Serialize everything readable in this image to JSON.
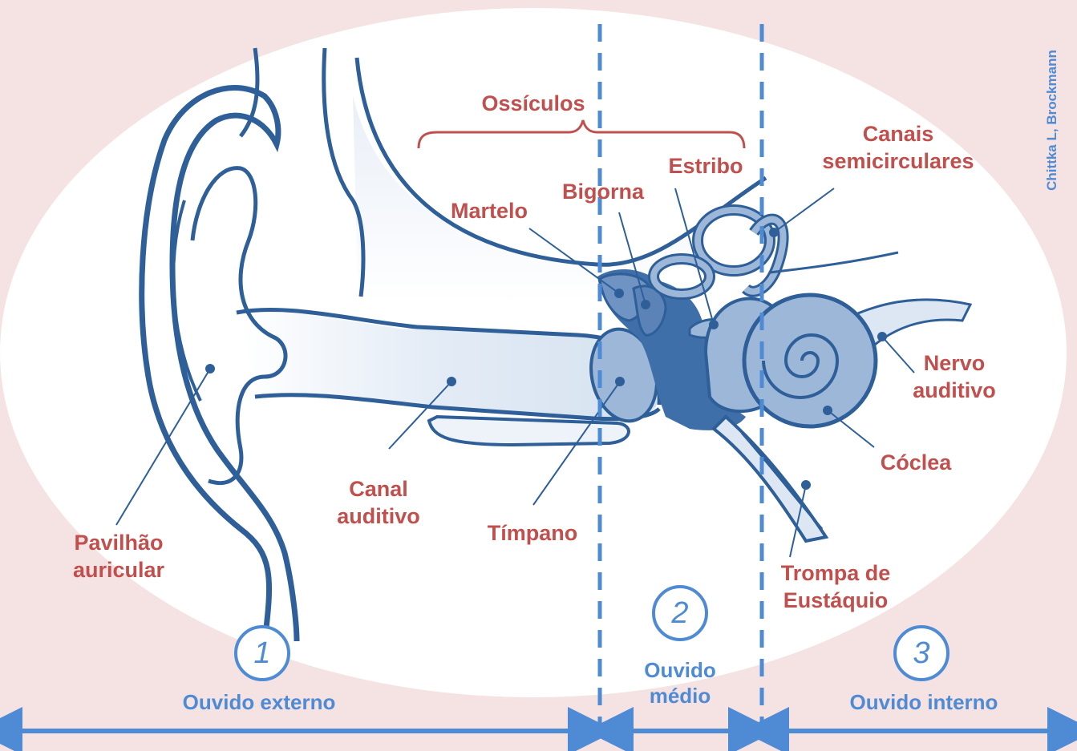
{
  "credit": "Chittka L, Brockmann",
  "bracket_label": "Ossículos",
  "structures": {
    "pavilhao": [
      "Pavilhão",
      "auricular"
    ],
    "canal": [
      "Canal",
      "auditivo"
    ],
    "timpano": "Tímpano",
    "martelo": "Martelo",
    "bigorna": "Bigorna",
    "estribo": "Estribo",
    "canais": [
      "Canais",
      "semicirculares"
    ],
    "nervo": [
      "Nervo",
      "auditivo"
    ],
    "coclea": "Cóclea",
    "trompa": [
      "Trompa de",
      "Eustáquio"
    ]
  },
  "regions": [
    {
      "number": "1",
      "label": [
        "Ouvido externo"
      ]
    },
    {
      "number": "2",
      "label": [
        "Ouvido",
        "médio"
      ]
    },
    {
      "number": "3",
      "label": [
        "Ouvido interno"
      ]
    }
  ],
  "colors": {
    "background": "#f5e2e2",
    "oval": "#ffffff",
    "outline": "#2e5f98",
    "fill_light": "#dce7f3",
    "fill_mid": "#9db7d8",
    "fill_dark": "#3f6fa8",
    "label": "#c0504d",
    "region": "#4f8bd4"
  }
}
